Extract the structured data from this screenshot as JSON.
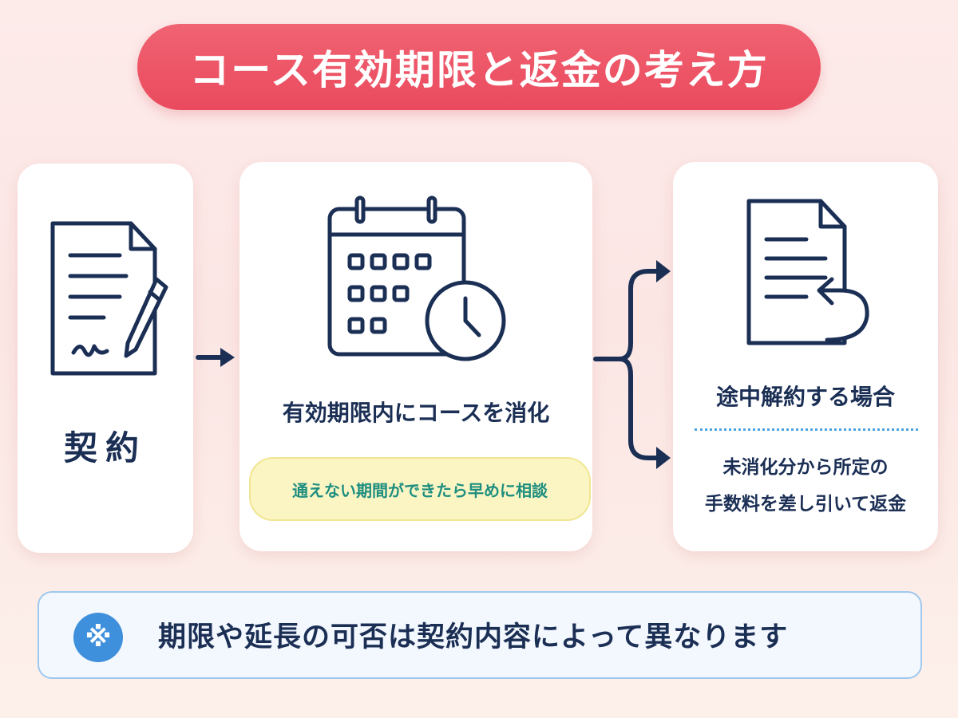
{
  "title": "コース有効期限と返金の考え方",
  "steps": {
    "contract": {
      "label": "契約",
      "icon": "contract-signing-icon"
    },
    "course": {
      "label": "有効期限内にコースを消化",
      "icon": "calendar-clock-icon",
      "note": "通えない期間ができたら早めに相談"
    },
    "cancel": {
      "label": "途中解約する場合",
      "icon": "document-refund-icon",
      "detail_line1": "未消化分から所定の",
      "detail_line2": "手数料を差し引いて返金"
    }
  },
  "footer": {
    "icon_symbol": "※",
    "icon": "note-mark-icon",
    "text": "期限や延長の可否は契約内容によって異なります"
  },
  "colors": {
    "title_bg": "#ea4a5e",
    "navy": "#1b2f55",
    "note_text": "#1d8e7f",
    "note_bg": "#fbf5c4",
    "footer_icon": "#3e8fdc"
  }
}
